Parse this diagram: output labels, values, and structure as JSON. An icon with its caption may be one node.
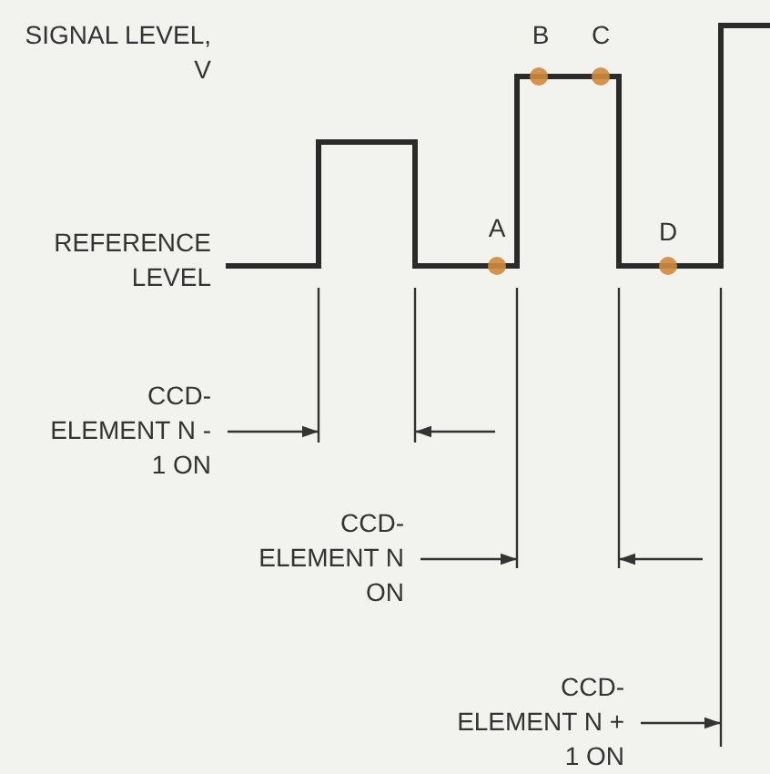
{
  "diagram": {
    "labels": [
      "SIGNAL LEVEL, V",
      "B",
      "C",
      "A",
      "REFERENCE LEVEL",
      "D",
      "CCD- ELEMENT N - 1 ON",
      "CCD- ELEMENT N ON",
      "CCD- ELEMENT N + 1 ON"
    ]
  }
}
